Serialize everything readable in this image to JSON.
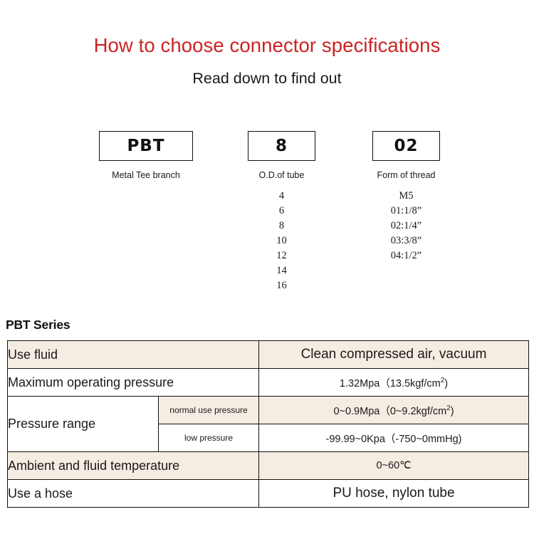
{
  "header": {
    "title": "How to choose connector specifications",
    "subtitle": "Read down to find out",
    "title_color": "#cc2222"
  },
  "code_breakdown": {
    "columns": [
      {
        "id": "series",
        "box_value": "PBT",
        "caption": "Metal Tee branch",
        "options": []
      },
      {
        "id": "tube",
        "box_value": "8",
        "caption": "O.D.of tube",
        "options": [
          "4",
          "6",
          "8",
          "10",
          "12",
          "14",
          "16"
        ]
      },
      {
        "id": "thread",
        "box_value": "02",
        "caption": "Form of thread",
        "options": [
          "M5",
          "01:1/8”",
          "02:1/4”",
          "03:3/8”",
          "04:1/2”"
        ]
      }
    ]
  },
  "spec": {
    "heading": "PBT Series",
    "row_band_color": "#f5ece2",
    "rows": {
      "use_fluid": {
        "label": "Use fluid",
        "value": "Clean compressed air, vacuum"
      },
      "max_pressure": {
        "label": "Maximum operating pressure",
        "value_prefix": "1.32Mpa（13.5kgf/cm",
        "value_sup": "2",
        "value_suffix": ")"
      },
      "pressure_range": {
        "label": "Pressure range",
        "normal": {
          "sub_label": "normal use pressure",
          "value_prefix": "0~0.9Mpa（0~9.2kgf/cm",
          "value_sup": "2",
          "value_suffix": ")"
        },
        "low": {
          "sub_label": "low pressure",
          "value": "-99.99~0Kpa（-750~0mmHg)"
        }
      },
      "temperature": {
        "label": "Ambient and fluid temperature",
        "value": "0~60℃"
      },
      "hose": {
        "label": "Use a hose",
        "value": "PU hose, nylon tube"
      }
    }
  }
}
